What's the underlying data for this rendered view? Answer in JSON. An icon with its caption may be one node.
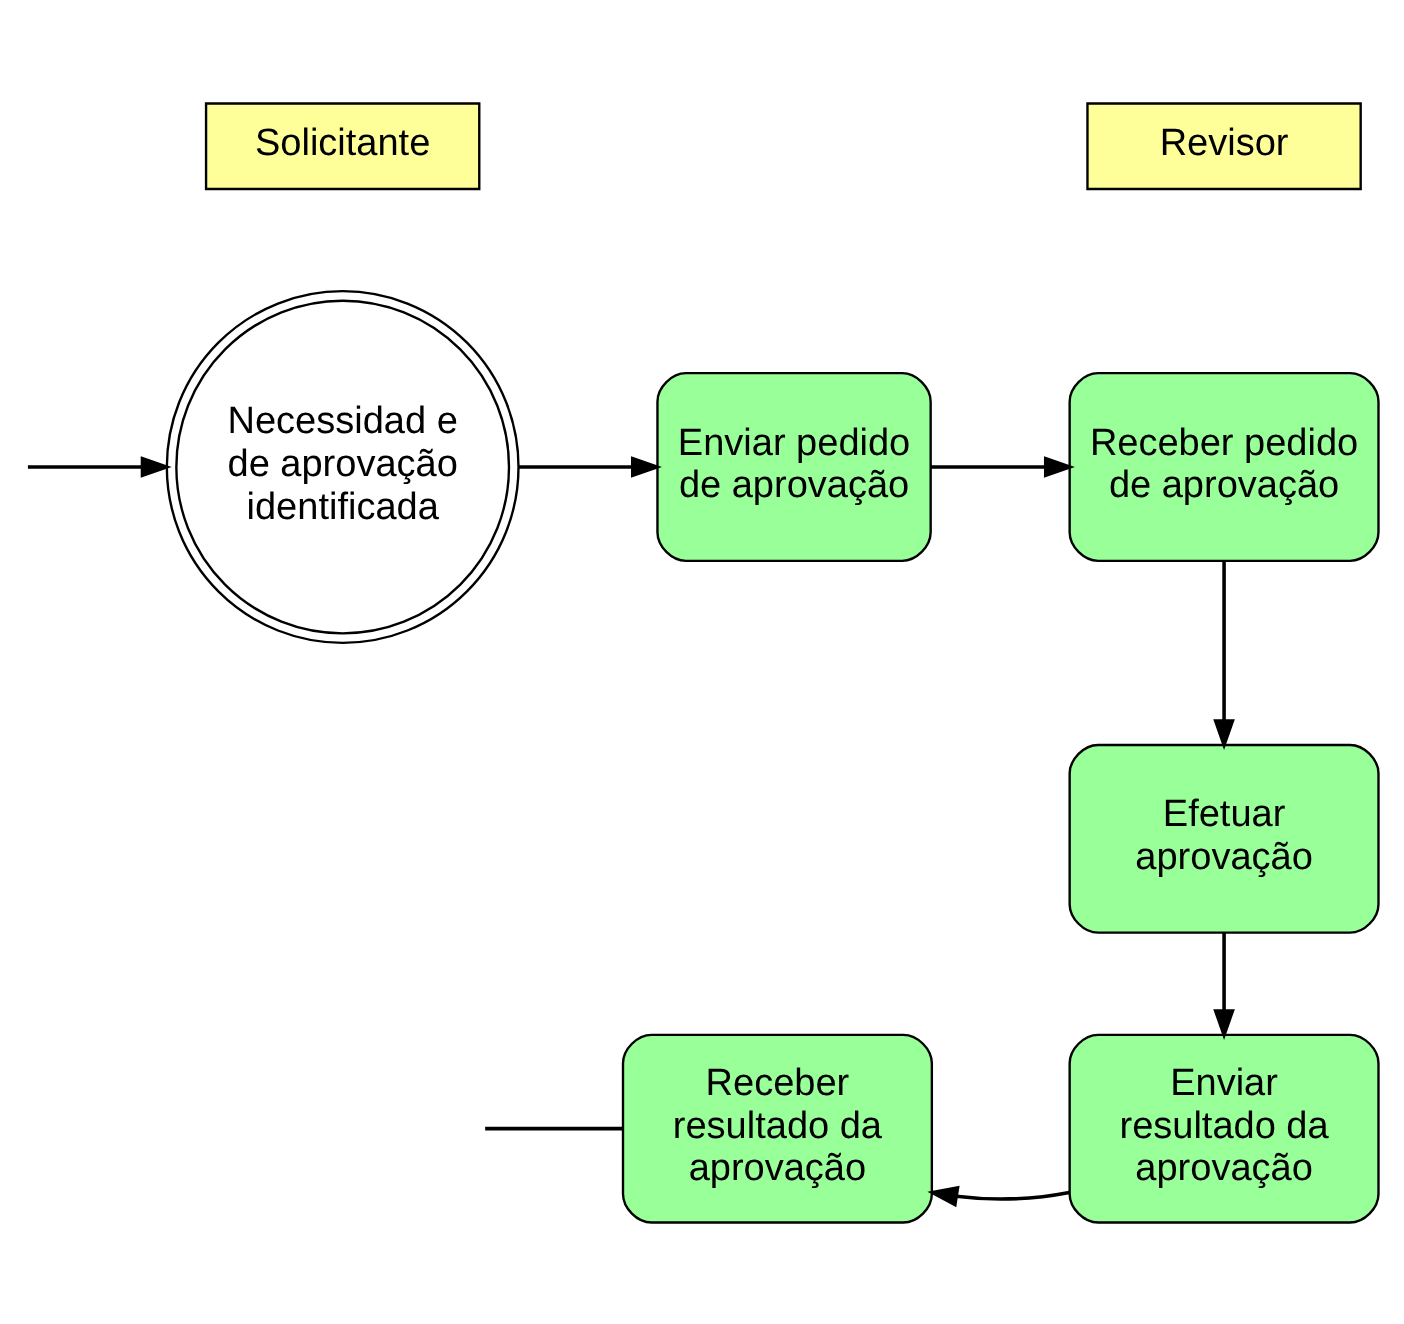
{
  "diagram": {
    "nodes": [
      {
        "text": [
          "Solicitante"
        ]
      },
      {
        "text": [
          "Revisor"
        ]
      },
      {
        "text": [
          "Necessidad e de aprovação identificada"
        ]
      },
      {
        "text": [
          "Enviar pedido de aprovação"
        ]
      },
      {
        "text": [
          "Receber pedido de aprovação"
        ]
      },
      {
        "text": [
          "Efetuar aprovação"
        ]
      },
      {
        "text": [
          "Enviar resultado da aprovação"
        ]
      },
      {
        "text": [
          "Receber resultado da aprovação"
        ]
      }
    ],
    "edges": [
      {
        "from": null,
        "to": 2,
        "arrow": "to"
      },
      {
        "from": 2,
        "to": 3,
        "arrow": "to"
      },
      {
        "from": 3,
        "to": 4,
        "arrow": "to"
      },
      {
        "from": 4,
        "to": 5,
        "arrow": "to"
      },
      {
        "from": 5,
        "to": 6,
        "arrow": "to"
      },
      {
        "from": 6,
        "to": 7,
        "arrow": "to"
      },
      {
        "from": 7,
        "to": null,
        "arrow": "none"
      }
    ]
  }
}
